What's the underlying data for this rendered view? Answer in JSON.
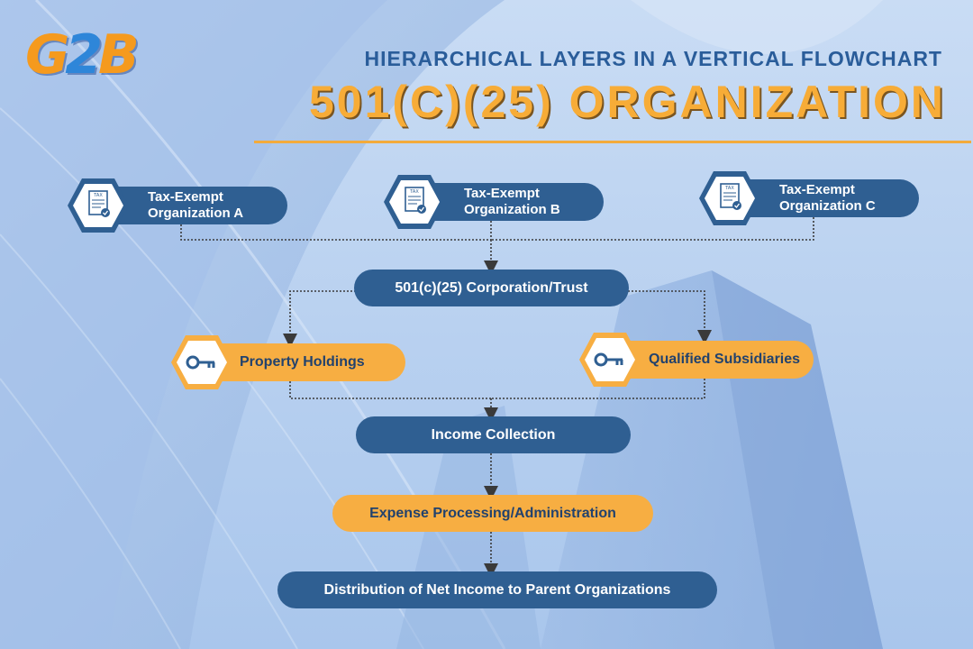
{
  "logo": {
    "part1": "G",
    "part2": "2",
    "part3": "B"
  },
  "header": {
    "subtitle": "HIERARCHICAL LAYERS IN A VERTICAL FLOWCHART",
    "title": "501(C)(25) ORGANIZATION"
  },
  "orgs": [
    {
      "line1": "Tax-Exempt",
      "line2": "Organization A",
      "icon": "tax-document-icon",
      "icon_text": "TAX"
    },
    {
      "line1": "Tax-Exempt",
      "line2": "Organization B",
      "icon": "tax-document-icon",
      "icon_text": "TAX"
    },
    {
      "line1": "Tax-Exempt",
      "line2": "Organization C",
      "icon": "tax-document-icon",
      "icon_text": "TAX"
    }
  ],
  "corporation": "501(c)(25) Corporation/Trust",
  "branches": [
    {
      "label": "Property Holdings",
      "icon": "key-icon"
    },
    {
      "label": "Qualified Subsidiaries",
      "icon": "key-icon"
    }
  ],
  "income": "Income Collection",
  "expense": "Expense Processing/Administration",
  "distribution": "Distribution of Net Income to Parent Organizations",
  "colors": {
    "primary_blue": "#2f5f92",
    "accent_orange": "#f7ae42",
    "title_orange": "#f7ac37",
    "subtitle_blue": "#2a5d9a",
    "connector": "#3a3a3a"
  }
}
